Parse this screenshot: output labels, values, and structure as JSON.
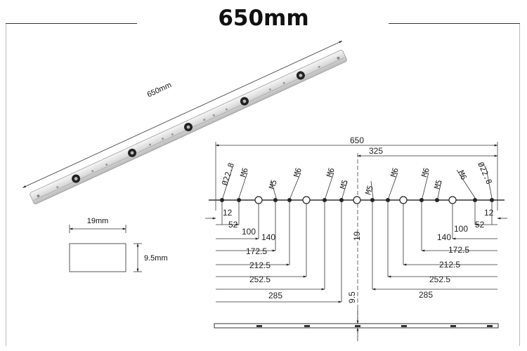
{
  "header": {
    "title": "650mm"
  },
  "photo": {
    "length_label": "650mm"
  },
  "cross_section": {
    "width_label": "19mm",
    "height_label": "9.5mm"
  },
  "drawing": {
    "overall": "650",
    "half": "325",
    "callouts_left": [
      "Ø22.8",
      "M6",
      "M5",
      "M6",
      "M6",
      "M5"
    ],
    "callouts_right": [
      "M5",
      "M6",
      "M6",
      "M5",
      "M6",
      "Ø22.8"
    ],
    "left_dims": [
      "12",
      "52",
      "100",
      "140",
      "172.5",
      "212.5",
      "252.5",
      "285"
    ],
    "right_dims": [
      "12",
      "52",
      "100",
      "140",
      "172.5",
      "212.5",
      "252.5",
      "285"
    ],
    "center_height": "19",
    "center_thickness": "9.5"
  }
}
